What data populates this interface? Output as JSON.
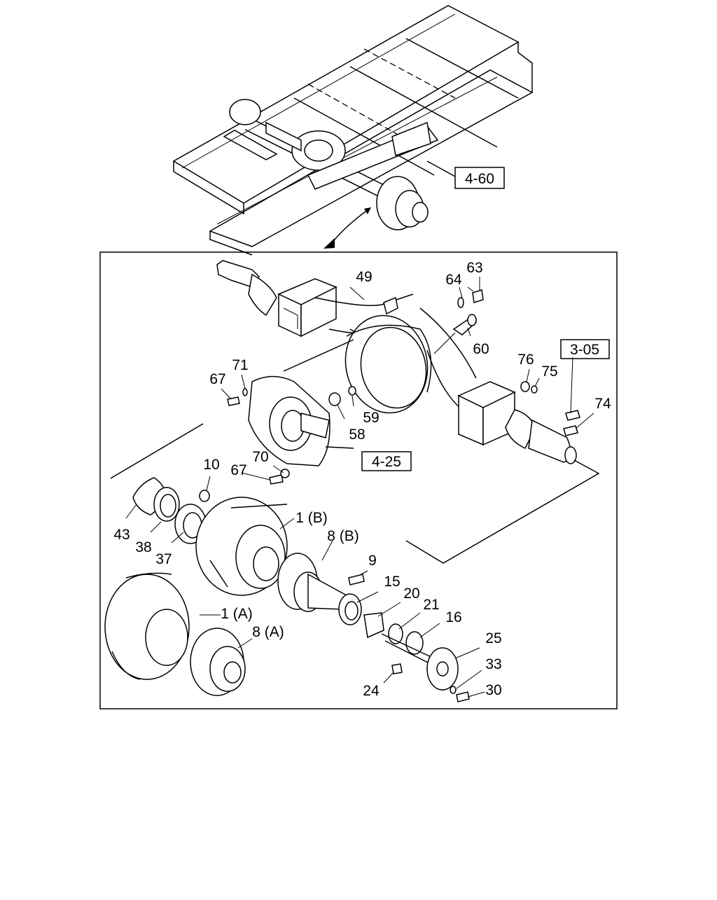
{
  "diagram": {
    "reference_boxes": {
      "frame": "4-60",
      "spring": "3-05",
      "differential": "4-25"
    },
    "callouts": {
      "c49": "49",
      "c63": "63",
      "c64": "64",
      "c60": "60",
      "c67a": "67",
      "c71": "71",
      "c76": "76",
      "c75": "75",
      "c74": "74",
      "c59": "59",
      "c58": "58",
      "c70": "70",
      "c67b": "67",
      "c10": "10",
      "c43": "43",
      "c38": "38",
      "c37": "37",
      "c1b": "1 (B)",
      "c8b": "8 (B)",
      "c9": "9",
      "c15": "15",
      "c20": "20",
      "c21": "21",
      "c16": "16",
      "c1a": "1 (A)",
      "c8a": "8 (A)",
      "c25": "25",
      "c33": "33",
      "c24": "24",
      "c30": "30"
    }
  }
}
